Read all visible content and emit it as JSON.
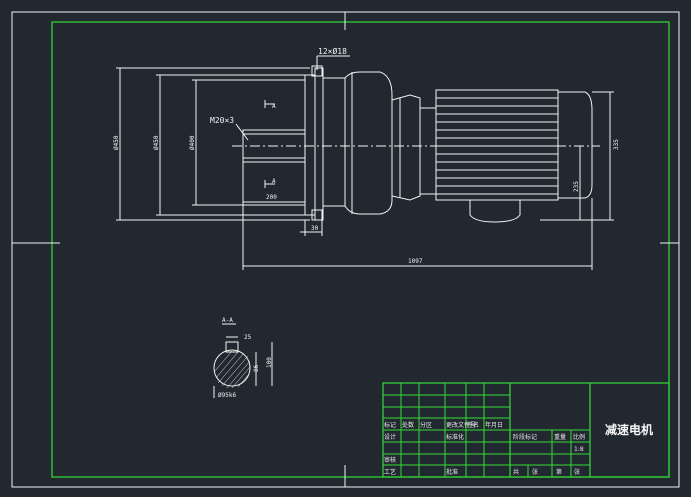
{
  "drawing": {
    "title": "减速电机",
    "scale": "1:8",
    "dimensions": {
      "overall_length": "1097",
      "bolt_holes": "12×Ø18",
      "shaft_thread": "M20×3",
      "flange_od": "Ø450",
      "pcd": "Ø450",
      "spigot": "Ø400",
      "shaft_length": "200",
      "flange_thickness": "30",
      "motor_height": "335",
      "shaft_height": "235",
      "key_width": "25",
      "key_depth": "86",
      "shaft_dia_section": "Ø95k6",
      "section_height": "100"
    },
    "section_mark": "A",
    "section_title": "A-A",
    "title_block": {
      "row1": [
        "标记",
        "处数",
        "分区",
        "更改文件号",
        "签名",
        "年月日"
      ],
      "designer": "设计",
      "standardization": "标准化",
      "review": "审核",
      "process": "工艺",
      "approve": "批准",
      "stage_mark": "阶段标记",
      "weight": "重量",
      "scale_label": "比例",
      "sheet_total": "共",
      "sheet": "张",
      "sheet_no": "第",
      "sheet2": "张"
    }
  }
}
